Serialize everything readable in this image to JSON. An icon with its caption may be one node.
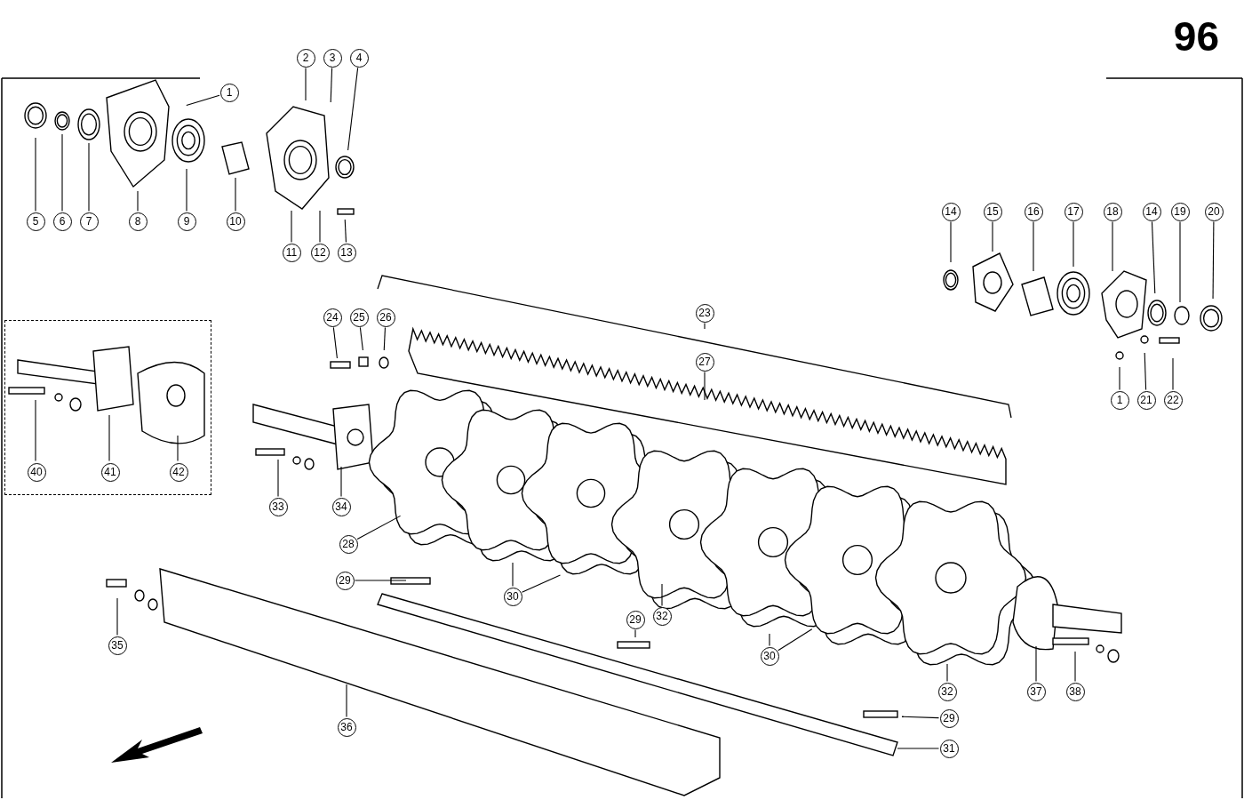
{
  "diagram": {
    "nodes": [
      {
        "text": [
          "1"
        ]
      },
      {
        "text": [
          "2"
        ]
      },
      {
        "text": [
          "3"
        ]
      },
      {
        "text": [
          "4"
        ]
      },
      {
        "text": [
          "5"
        ]
      },
      {
        "text": [
          "6"
        ]
      },
      {
        "text": [
          "7"
        ]
      },
      {
        "text": [
          "8"
        ]
      },
      {
        "text": [
          "9"
        ]
      },
      {
        "text": [
          "10"
        ]
      },
      {
        "text": [
          "11"
        ]
      },
      {
        "text": [
          "12"
        ]
      },
      {
        "text": [
          "13"
        ]
      },
      {
        "text": [
          "14"
        ]
      },
      {
        "text": [
          "15"
        ]
      },
      {
        "text": [
          "16"
        ]
      },
      {
        "text": [
          "17"
        ]
      },
      {
        "text": [
          "18"
        ]
      },
      {
        "text": [
          "14"
        ]
      },
      {
        "text": [
          "19"
        ]
      },
      {
        "text": [
          "20"
        ]
      },
      {
        "text": [
          "23"
        ]
      },
      {
        "text": [
          "24"
        ]
      },
      {
        "text": [
          "25"
        ]
      },
      {
        "text": [
          "26"
        ]
      },
      {
        "text": [
          "27"
        ]
      },
      {
        "text": [],
        "shape": "box"
      },
      {
        "text": [
          "40"
        ],
        "in": 26
      },
      {
        "text": [
          "41"
        ],
        "in": 26
      },
      {
        "text": [
          "42"
        ],
        "in": 26
      },
      {
        "text": [
          "1"
        ]
      },
      {
        "text": [
          "21"
        ]
      },
      {
        "text": [
          "22"
        ]
      },
      {
        "text": [
          "33"
        ]
      },
      {
        "text": [
          "34"
        ]
      },
      {
        "text": [
          "28"
        ]
      },
      {
        "text": [
          "29"
        ]
      },
      {
        "text": [
          "30"
        ]
      },
      {
        "text": [
          "29"
        ]
      },
      {
        "text": [
          "32"
        ]
      },
      {
        "text": [
          "35"
        ]
      },
      {
        "text": [
          "30"
        ]
      },
      {
        "text": [
          "37"
        ]
      },
      {
        "text": [
          "38"
        ]
      },
      {
        "text": [
          "32"
        ]
      },
      {
        "text": [
          "29"
        ]
      },
      {
        "text": [
          "36"
        ]
      },
      {
        "text": [
          "31"
        ]
      }
    ],
    "edges": [
      {
        "from": 0,
        "to": null,
        "arrow": "none"
      },
      {
        "from": 1,
        "to": null,
        "arrow": "none"
      },
      {
        "from": 2,
        "to": null,
        "arrow": "none"
      },
      {
        "from": 3,
        "to": null,
        "arrow": "none"
      },
      {
        "from": 4,
        "to": null,
        "arrow": "none"
      },
      {
        "from": 5,
        "to": null,
        "arrow": "none"
      },
      {
        "from": 6,
        "to": null,
        "arrow": "none"
      },
      {
        "from": 7,
        "to": null,
        "arrow": "none"
      },
      {
        "from": 8,
        "to": null,
        "arrow": "none"
      },
      {
        "from": 9,
        "to": null,
        "arrow": "none"
      },
      {
        "from": 10,
        "to": null,
        "arrow": "none"
      },
      {
        "from": 11,
        "to": null,
        "arrow": "none"
      },
      {
        "from": 12,
        "to": null,
        "arrow": "none"
      },
      {
        "from": 13,
        "to": null,
        "arrow": "none"
      },
      {
        "from": 14,
        "to": null,
        "arrow": "none"
      },
      {
        "from": 15,
        "to": null,
        "arrow": "none"
      },
      {
        "from": 16,
        "to": null,
        "arrow": "none"
      },
      {
        "from": 17,
        "to": null,
        "arrow": "none"
      },
      {
        "from": 18,
        "to": null,
        "arrow": "none"
      },
      {
        "from": 19,
        "to": null,
        "arrow": "none"
      },
      {
        "from": 20,
        "to": null,
        "arrow": "none"
      },
      {
        "from": 21,
        "to": null,
        "arrow": "none"
      },
      {
        "from": 22,
        "to": null,
        "arrow": "none"
      },
      {
        "from": 23,
        "to": null,
        "arrow": "none"
      },
      {
        "from": 24,
        "to": null,
        "arrow": "none"
      },
      {
        "from": 25,
        "to": null,
        "arrow": "none"
      },
      {
        "from": 27,
        "to": null,
        "arrow": "none"
      },
      {
        "from": 28,
        "to": null,
        "arrow": "none"
      },
      {
        "from": 29,
        "to": null,
        "arrow": "none"
      },
      {
        "from": 30,
        "to": null,
        "arrow": "none"
      },
      {
        "from": 31,
        "to": null,
        "arrow": "none"
      },
      {
        "from": 32,
        "to": null,
        "arrow": "none"
      },
      {
        "from": 33,
        "to": null,
        "arrow": "none"
      },
      {
        "from": 34,
        "to": null,
        "arrow": "none"
      },
      {
        "from": 35,
        "to": null,
        "arrow": "none"
      },
      {
        "from": 36,
        "to": null,
        "arrow": "none"
      },
      {
        "from": 37,
        "to": null,
        "arrow": "none"
      },
      {
        "from": 37,
        "to": null,
        "arrow": "none"
      },
      {
        "from": 38,
        "to": null,
        "arrow": "none"
      },
      {
        "from": 39,
        "to": null,
        "arrow": "none"
      },
      {
        "from": 40,
        "to": null,
        "arrow": "none"
      },
      {
        "from": 41,
        "to": null,
        "arrow": "none"
      },
      {
        "from": 41,
        "to": null,
        "arrow": "none"
      },
      {
        "from": 42,
        "to": null,
        "arrow": "none"
      },
      {
        "from": 43,
        "to": null,
        "arrow": "none"
      },
      {
        "from": 44,
        "to": null,
        "arrow": "none"
      },
      {
        "from": 45,
        "to": null,
        "arrow": "none"
      },
      {
        "from": 46,
        "to": null,
        "arrow": "none"
      },
      {
        "from": 47,
        "to": null,
        "arrow": "none"
      }
    ],
    "labels": [
      "96"
    ]
  }
}
